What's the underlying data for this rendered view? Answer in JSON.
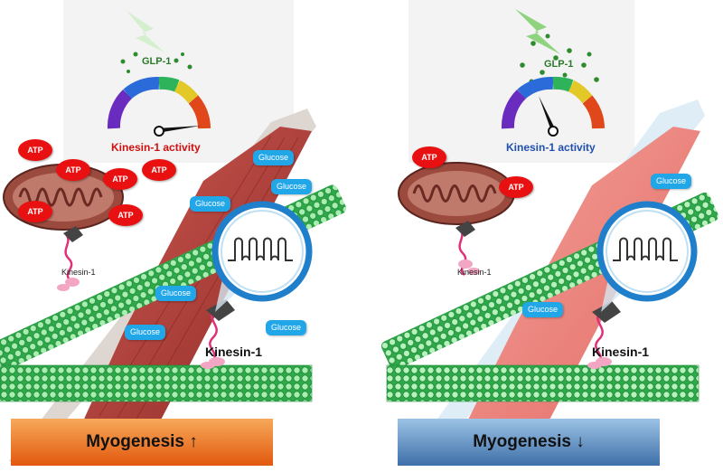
{
  "left": {
    "glp1_label": "GLP-1",
    "gauge_label": "Kinesin-1 activity",
    "gauge_label_color": "#d01010",
    "gauge_level": 0.9,
    "atp_label": "ATP",
    "glucose_label": "Glucose",
    "kinesin_small_label": "Kinesin-1",
    "kinesin_large_label": "Kinesin-1",
    "banner_label": "Myogenesis ↑",
    "banner_colors": [
      "#f7a95a",
      "#e2580e"
    ]
  },
  "right": {
    "glp1_label": "GLP-1",
    "gauge_label": "Kinesin-1 activity",
    "gauge_label_color": "#1f4fb0",
    "gauge_level": 0.3,
    "atp_label": "ATP",
    "glucose_label": "Glucose",
    "kinesin_small_label": "Kinesin-1",
    "kinesin_large_label": "Kinesin-1",
    "banner_label": "Myogenesis ↓",
    "banner_colors": [
      "#9cc3e6",
      "#3e6fa8"
    ]
  },
  "colors": {
    "atp": "#e81010",
    "glucose": "#21a6e8",
    "microtubule": "#3fbf5a",
    "muscle_left": "#b8403b",
    "muscle_right": "#ee8a84",
    "mitochondrion": "#9b4a3e"
  }
}
